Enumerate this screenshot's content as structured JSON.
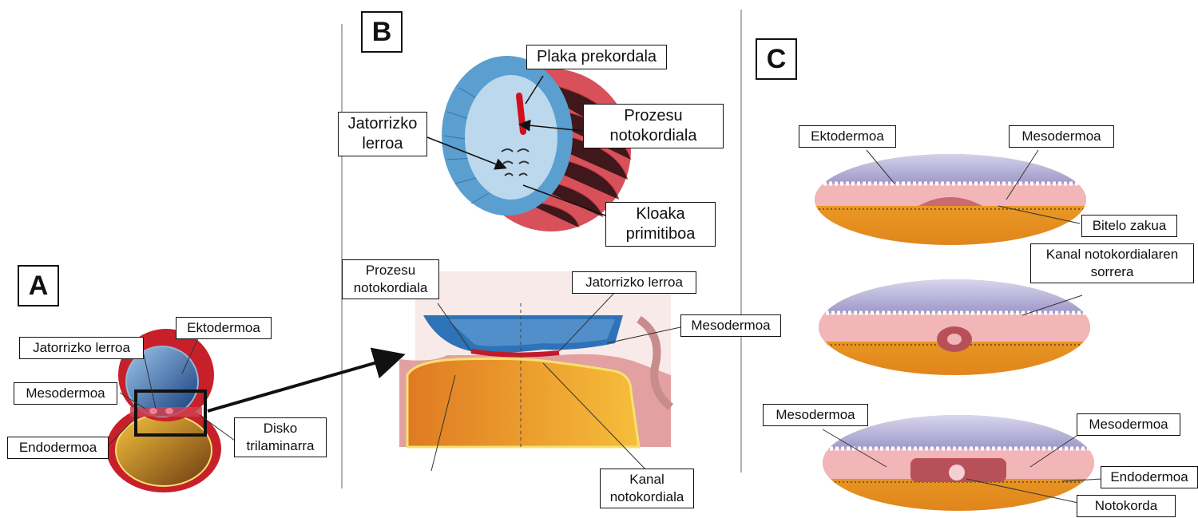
{
  "panels": {
    "a": "A",
    "b": "B",
    "c": "C"
  },
  "panel_a": {
    "ektodermoa": "Ektodermoa",
    "jatorrizko_lerroa": "Jatorrizko lerroa",
    "mesodermoa": "Mesodermoa",
    "endodermoa": "Endodermoa",
    "disko": [
      "Disko",
      "trilaminarra"
    ]
  },
  "panel_b": {
    "plaka": "Plaka prekordala",
    "jatorrizko_lerroa": [
      "Jatorrizko",
      "lerroa"
    ],
    "prozesu_top": [
      "Prozesu",
      "notokordiala"
    ],
    "kloaka": [
      "Kloaka",
      "primitiboa"
    ],
    "prozesu_bottom": [
      "Prozesu",
      "notokordiala"
    ],
    "jatorrizko_lerroa_bottom": "Jatorrizko lerroa",
    "mesodermoa": "Mesodermoa",
    "kanal": [
      "Kanal",
      "notokordiala"
    ]
  },
  "panel_c": {
    "ektodermoa": "Ektodermoa",
    "mesodermoa_top": "Mesodermoa",
    "bitelo": "Bitelo zakua",
    "kanal_sorrera": [
      "Kanal notokordialaren",
      "sorrera"
    ],
    "mesodermoa_left": "Mesodermoa",
    "mesodermoa_right": "Mesodermoa",
    "endodermoa": "Endodermoa",
    "notokorda": "Notokorda"
  },
  "colors": {
    "ectoderm": "#b7b3d8",
    "mesoderm": "#f2b5b8",
    "endoderm": "#f0a430",
    "amnion_blue": "#4a8cc0",
    "yolk_red": "#d8404a"
  }
}
